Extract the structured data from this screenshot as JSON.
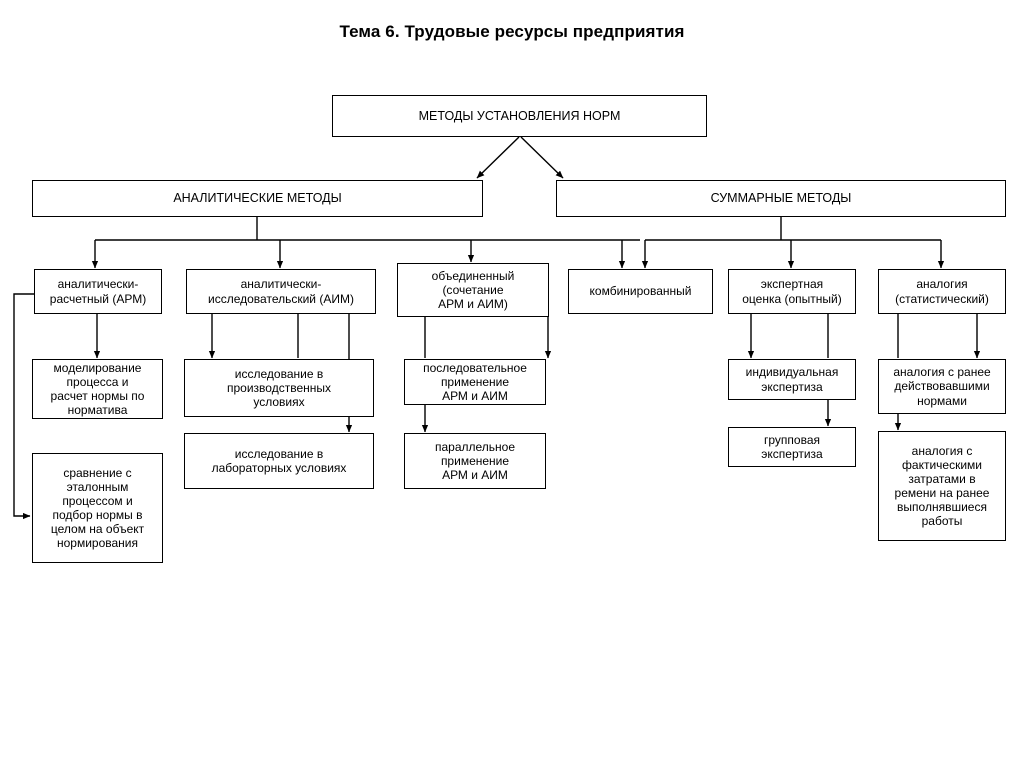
{
  "page": {
    "title": "Тема 6. Трудовые ресурсы предприятия",
    "background_color": "#ffffff",
    "line_color": "#000000"
  },
  "diagram": {
    "type": "hierarchy-tree",
    "root": {
      "label": "МЕТОДЫ УСТАНОВЛЕНИЯ НОРМ"
    },
    "level2": [
      {
        "label": "АНАЛИТИЧЕСКИЕ МЕТОДЫ"
      },
      {
        "label": "СУММАРНЫЕ МЕТОДЫ"
      }
    ],
    "level3": [
      {
        "label": "аналитически-\nрасчетный (АРМ)"
      },
      {
        "label": "аналитически-\nисследовательский (АИМ)"
      },
      {
        "label": "объединенный\n(сочетание\nАРМ и АИМ)"
      },
      {
        "label": "комбинированный"
      },
      {
        "label": "экспертная\nоценка (опытный)"
      },
      {
        "label": "аналогия\n(статистический)"
      }
    ],
    "level4": [
      {
        "label": "моделирование\nпроцесса и\nрасчет нормы по\nнорматива"
      },
      {
        "label": "сравнение с\nэталонным\nпроцессом и\nподбор нормы в\nцелом на объект\nнормирования"
      },
      {
        "label": "исследование в\nпроизводственных\nусловиях"
      },
      {
        "label": "исследование в\nлабораторных условиях"
      },
      {
        "label": "последовательное\nприменение\nАРМ и АИМ"
      },
      {
        "label": "параллельное\nприменение\nАРМ и АИМ"
      },
      {
        "label": "индивидуальная\nэкспертиза"
      },
      {
        "label": "групповая\nэкспертиза"
      },
      {
        "label": "аналогия с ранее\nдействовавшими\nнормами"
      },
      {
        "label": "аналогия с\nфактическими\nзатратами в\nремени на ранее\nвыполнявшиеся\nработы"
      }
    ]
  }
}
